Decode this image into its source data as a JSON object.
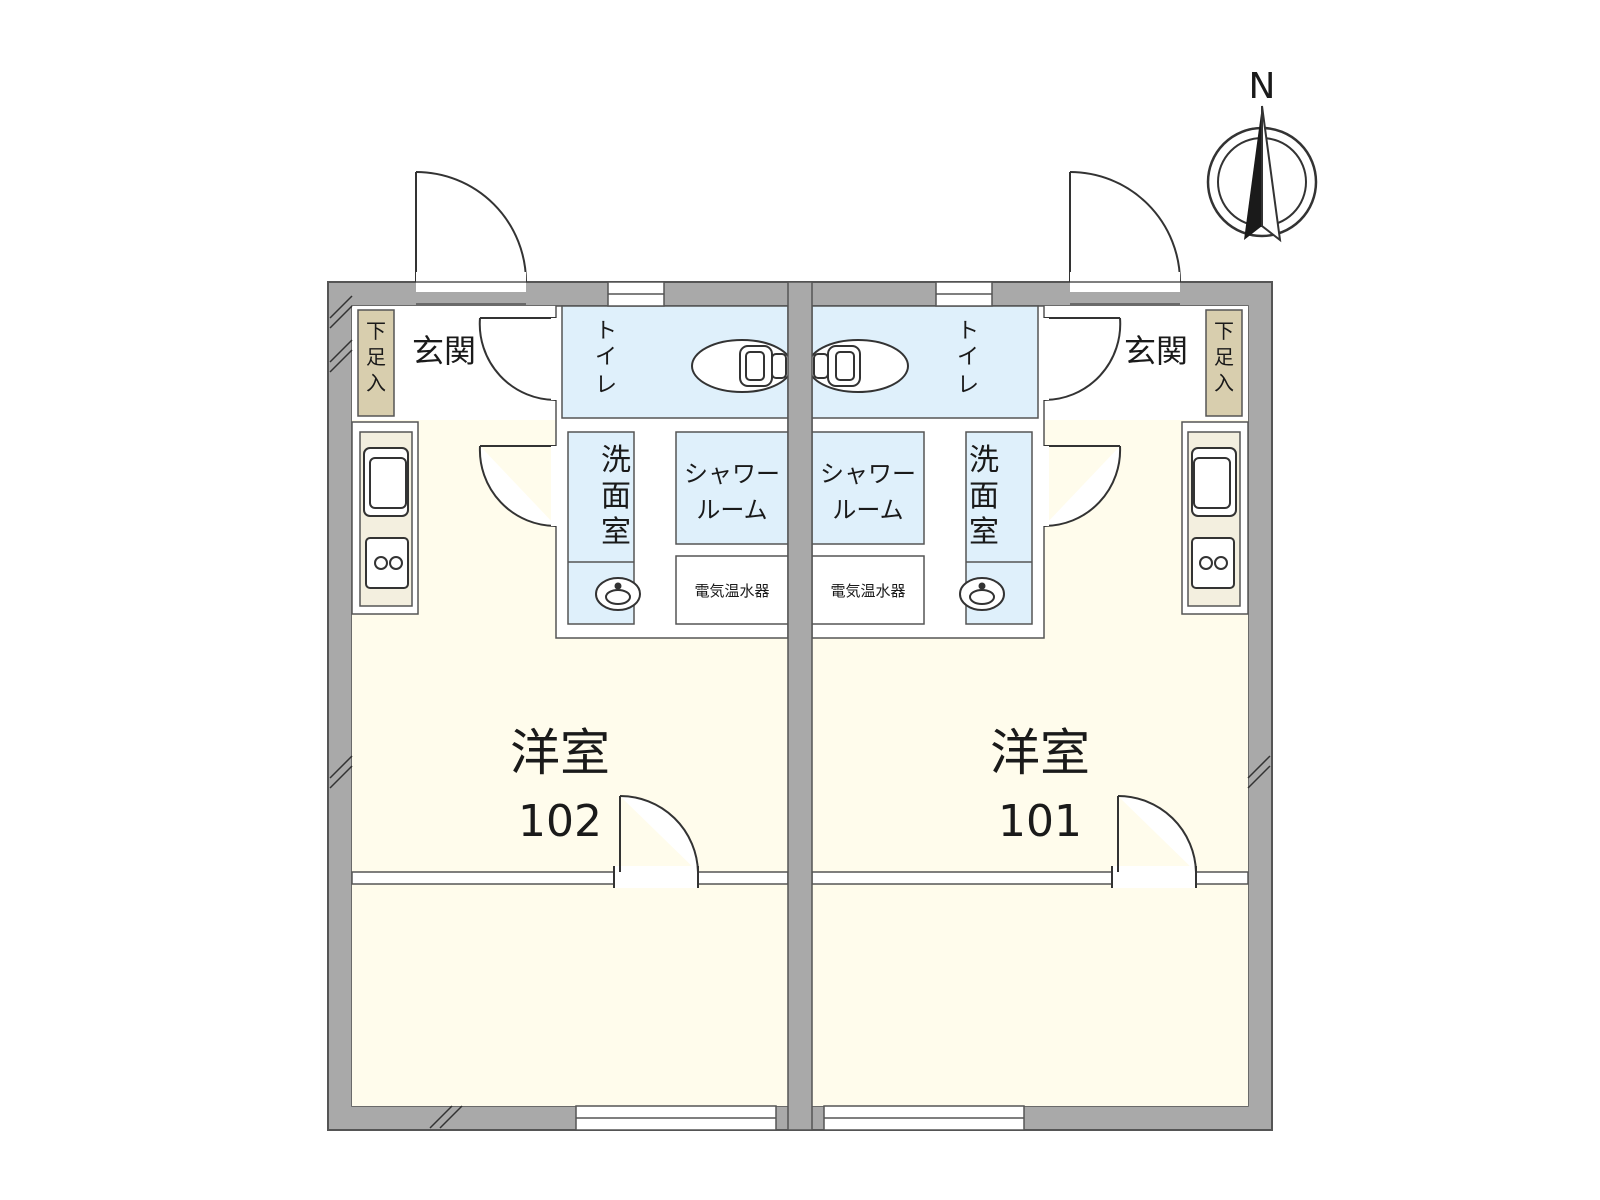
{
  "compass": {
    "north_label": "N"
  },
  "units": [
    {
      "unit_number": "102",
      "room_label": "洋室",
      "entrance_label": "玄関",
      "shoe_box_label": [
        "下",
        "足",
        "入"
      ],
      "toilet_label": [
        "ト",
        "イ",
        "レ"
      ],
      "washroom_label": [
        "洗",
        "面",
        "室"
      ],
      "shower_label": [
        "シャワー",
        "ルーム"
      ],
      "water_heater_label": "電気温水器"
    },
    {
      "unit_number": "101",
      "room_label": "洋室",
      "entrance_label": "玄関",
      "shoe_box_label": [
        "下",
        "足",
        "入"
      ],
      "toilet_label": [
        "ト",
        "イ",
        "レ"
      ],
      "washroom_label": [
        "洗",
        "面",
        "室"
      ],
      "shower_label": [
        "シャワー",
        "ルーム"
      ],
      "water_heater_label": "電気温水器"
    }
  ],
  "colors": {
    "wall": "#a9a9a9",
    "wall_edge": "#555555",
    "room_floor": "#fffcec",
    "wet_area": "#dff0fb",
    "shoe_box": "#d8ceae",
    "kitchen": "#f3efdf",
    "line": "#333333"
  }
}
